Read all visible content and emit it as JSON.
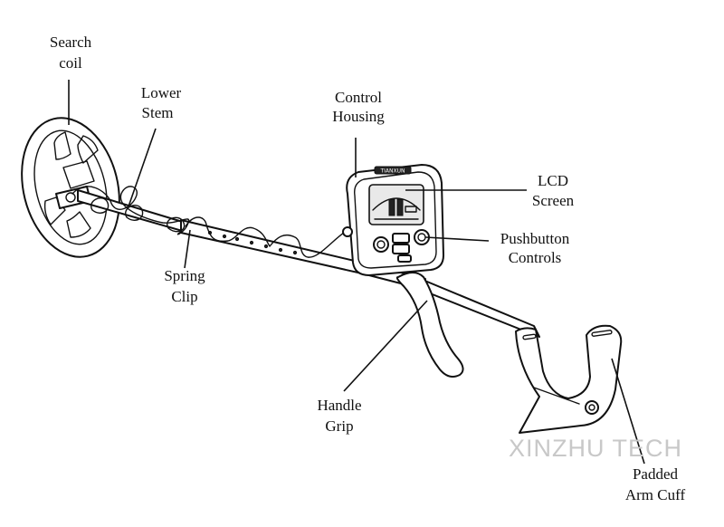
{
  "labels": {
    "search_coil": [
      "Search",
      "coil"
    ],
    "lower_stem": [
      "Lower",
      "Stem"
    ],
    "control_housing": [
      "Control",
      "Housing"
    ],
    "lcd_screen": [
      "LCD",
      "Screen"
    ],
    "pushbutton_controls": [
      "Pushbutton",
      "Controls"
    ],
    "spring_clip": [
      "Spring",
      "Clip"
    ],
    "handle_grip": [
      "Handle",
      "Grip"
    ],
    "padded_arm_cuff": [
      "Padded",
      "Arm Cuff"
    ]
  },
  "device_badge": "TIANXUN",
  "watermark": "XINZHU TECH",
  "colors": {
    "line": "#111111",
    "watermark": "#c8c8c8",
    "background": "#ffffff"
  }
}
